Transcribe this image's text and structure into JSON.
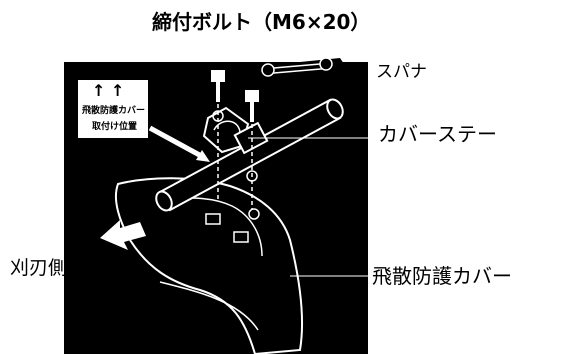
{
  "labels": {
    "bolt": "締付ボルト（M6×20）",
    "spanner": "スパナ",
    "cover_stay": "カバーステー",
    "blade_side": "刈刃側",
    "cover": "飛散防護カバー"
  },
  "sticker": {
    "arrows": "↑   ↑",
    "line1": "飛散防護カバー",
    "line2": "取付け位置"
  }
}
